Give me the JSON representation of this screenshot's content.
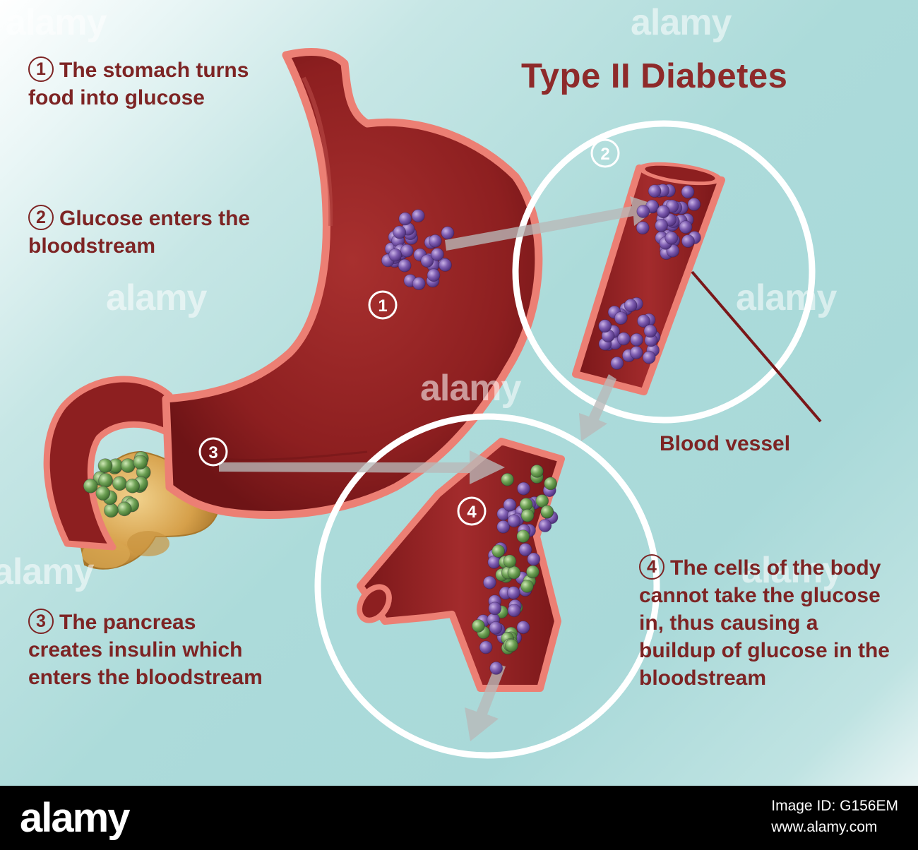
{
  "title": "Type II Diabetes",
  "steps": [
    {
      "number": "1",
      "text": "The stomach turns food into glucose"
    },
    {
      "number": "2",
      "text": "Glucose enters the bloodstream"
    },
    {
      "number": "3",
      "text": "The pancreas creates insulin which enters the bloodstream"
    },
    {
      "number": "4",
      "text": "The cells of the body cannot take the glucose in, thus causing a buildup of glucose in the bloodstream"
    }
  ],
  "markers": [
    "1",
    "2",
    "3",
    "4"
  ],
  "blood_vessel_label": "Blood vessel",
  "watermark": "alamy",
  "footer": {
    "logo": "alamy",
    "image_id": "Image ID: G156EM",
    "site": "www.alamy.com"
  },
  "colors": {
    "title": "#8e2a2a",
    "caption_text": "#7d2424",
    "tissue_dark": "#8b1d1e",
    "tissue_edge": "#ec7f74",
    "glucose": "#7c5aa6",
    "insulin": "#5e9650",
    "pancreas": "#cf9c42"
  }
}
